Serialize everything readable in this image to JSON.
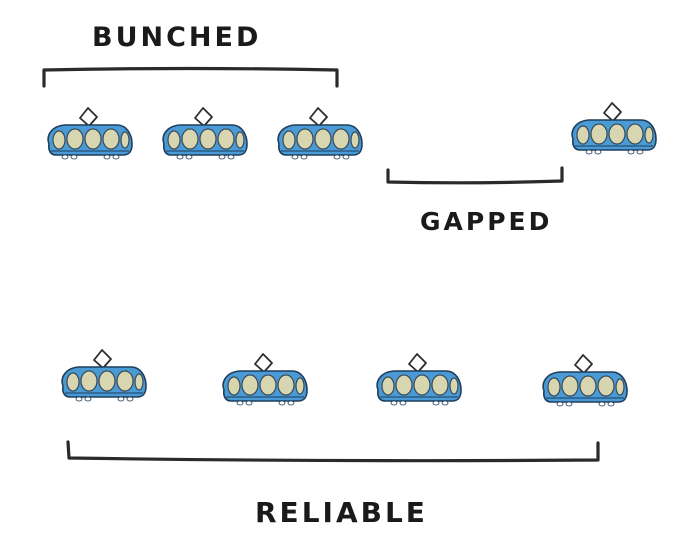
{
  "labels": {
    "bunched": "BUNCHED",
    "gapped": "GAPPED",
    "reliable": "RELIABLE"
  },
  "colors": {
    "tram_body": "#4a9ad6",
    "tram_window": "#d7d6b0",
    "tram_outline": "#1f3e5c",
    "ink": "#1a1a1a",
    "background": "#ffffff"
  },
  "icons": {
    "tram": "tram-icon"
  },
  "rows": {
    "top_tram_count": 4,
    "bottom_tram_count": 4
  }
}
